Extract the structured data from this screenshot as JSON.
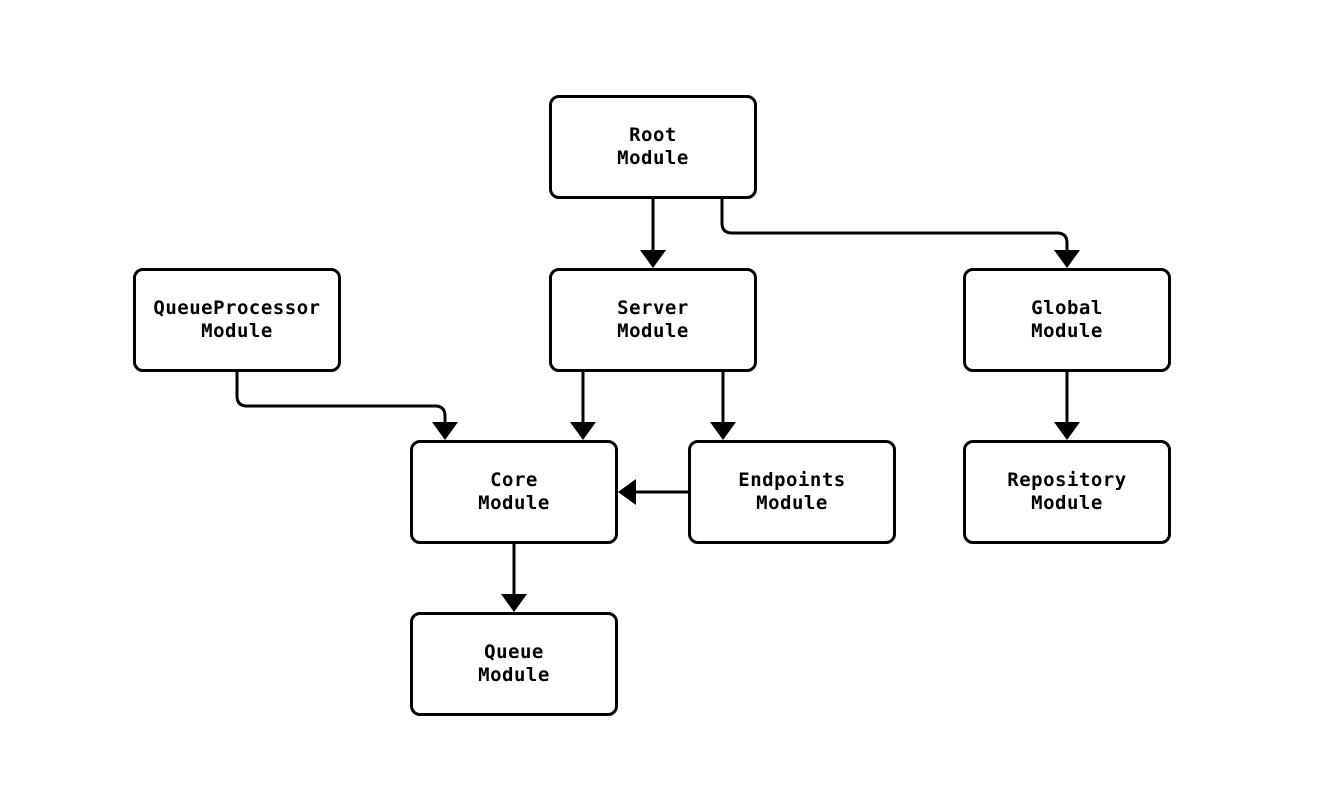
{
  "diagram": {
    "background_color": "#ffffff",
    "stroke_color": "#000000",
    "text_color": "#000000",
    "nodes": [
      {
        "id": "root",
        "line1": "Root",
        "line2": "Module"
      },
      {
        "id": "queueprocessor",
        "line1": "QueueProcessor",
        "line2": "Module"
      },
      {
        "id": "server",
        "line1": "Server",
        "line2": "Module"
      },
      {
        "id": "global",
        "line1": "Global",
        "line2": "Module"
      },
      {
        "id": "core",
        "line1": "Core",
        "line2": "Module"
      },
      {
        "id": "endpoints",
        "line1": "Endpoints",
        "line2": "Module"
      },
      {
        "id": "repository",
        "line1": "Repository",
        "line2": "Module"
      },
      {
        "id": "queue",
        "line1": "Queue",
        "line2": "Module"
      }
    ],
    "edges": [
      {
        "from": "Root Module",
        "to": "Server Module"
      },
      {
        "from": "Root Module",
        "to": "Global Module"
      },
      {
        "from": "QueueProcessor Module",
        "to": "Core Module"
      },
      {
        "from": "Server Module",
        "to": "Core Module"
      },
      {
        "from": "Server Module",
        "to": "Endpoints Module"
      },
      {
        "from": "Endpoints Module",
        "to": "Core Module"
      },
      {
        "from": "Global Module",
        "to": "Repository Module"
      },
      {
        "from": "Core Module",
        "to": "Queue Module"
      }
    ]
  }
}
